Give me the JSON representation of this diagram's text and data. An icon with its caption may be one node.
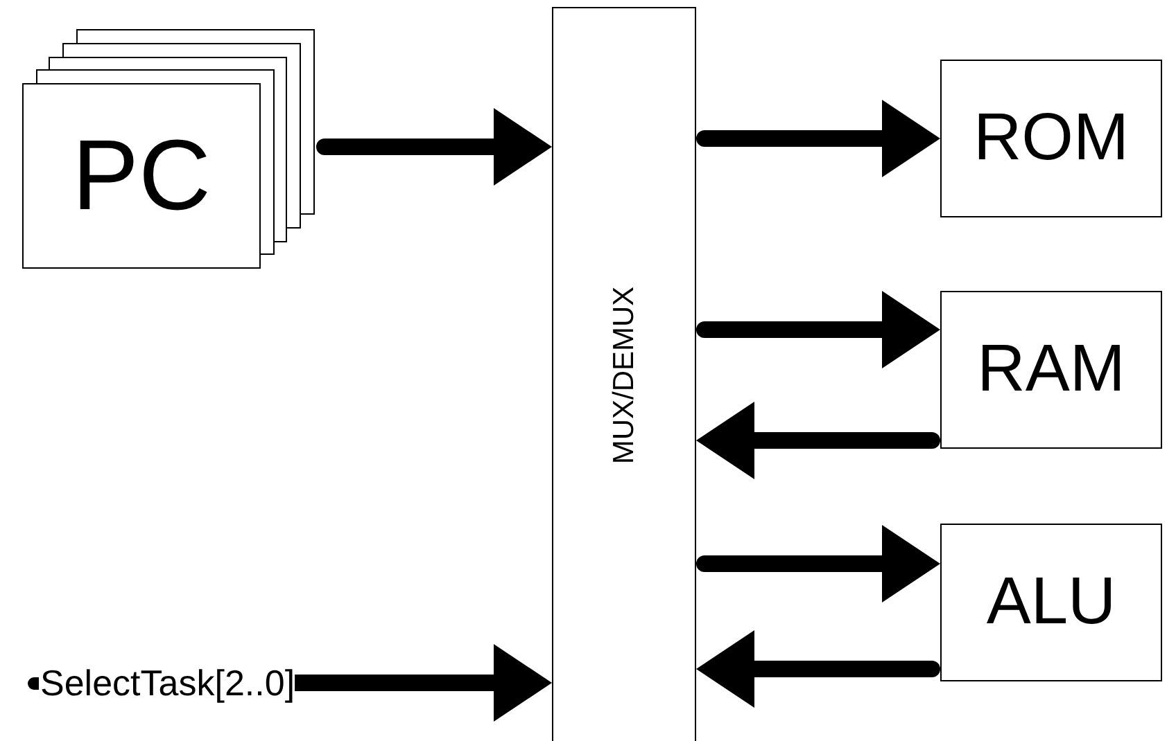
{
  "diagram": {
    "nodes": [
      {
        "text": [
          "PC"
        ]
      },
      {
        "text": [
          "MUX/DEMUX"
        ]
      },
      {
        "text": [
          "ROM"
        ]
      },
      {
        "text": [
          "RAM"
        ]
      },
      {
        "text": [
          "ALU"
        ]
      },
      {
        "text": [
          "SelectTask[2..0]"
        ]
      }
    ],
    "edges": [
      {
        "from": 0,
        "to": 1,
        "arrow": "to"
      },
      {
        "from": 1,
        "to": 2,
        "arrow": "to"
      },
      {
        "from": 1,
        "to": 3,
        "arrow": "to"
      },
      {
        "from": 3,
        "to": 1,
        "arrow": "to"
      },
      {
        "from": 1,
        "to": 4,
        "arrow": "to"
      },
      {
        "from": 4,
        "to": 1,
        "arrow": "to"
      },
      {
        "from": 5,
        "to": 1,
        "arrow": "to"
      }
    ]
  }
}
